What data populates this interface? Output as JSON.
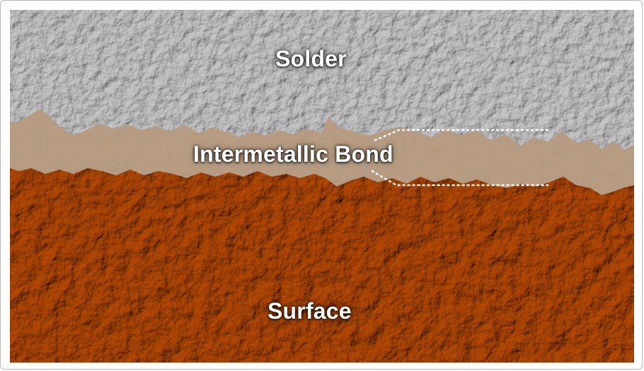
{
  "labels": {
    "solder": "Solder",
    "intermetallic_bond": "Intermetallic Bond",
    "surface": "Surface"
  },
  "colors": {
    "solder": "#c9c9c9",
    "intermetallic": "#b8a38c",
    "surface": "#b66a1d",
    "dotted_line": "#ffffff"
  }
}
